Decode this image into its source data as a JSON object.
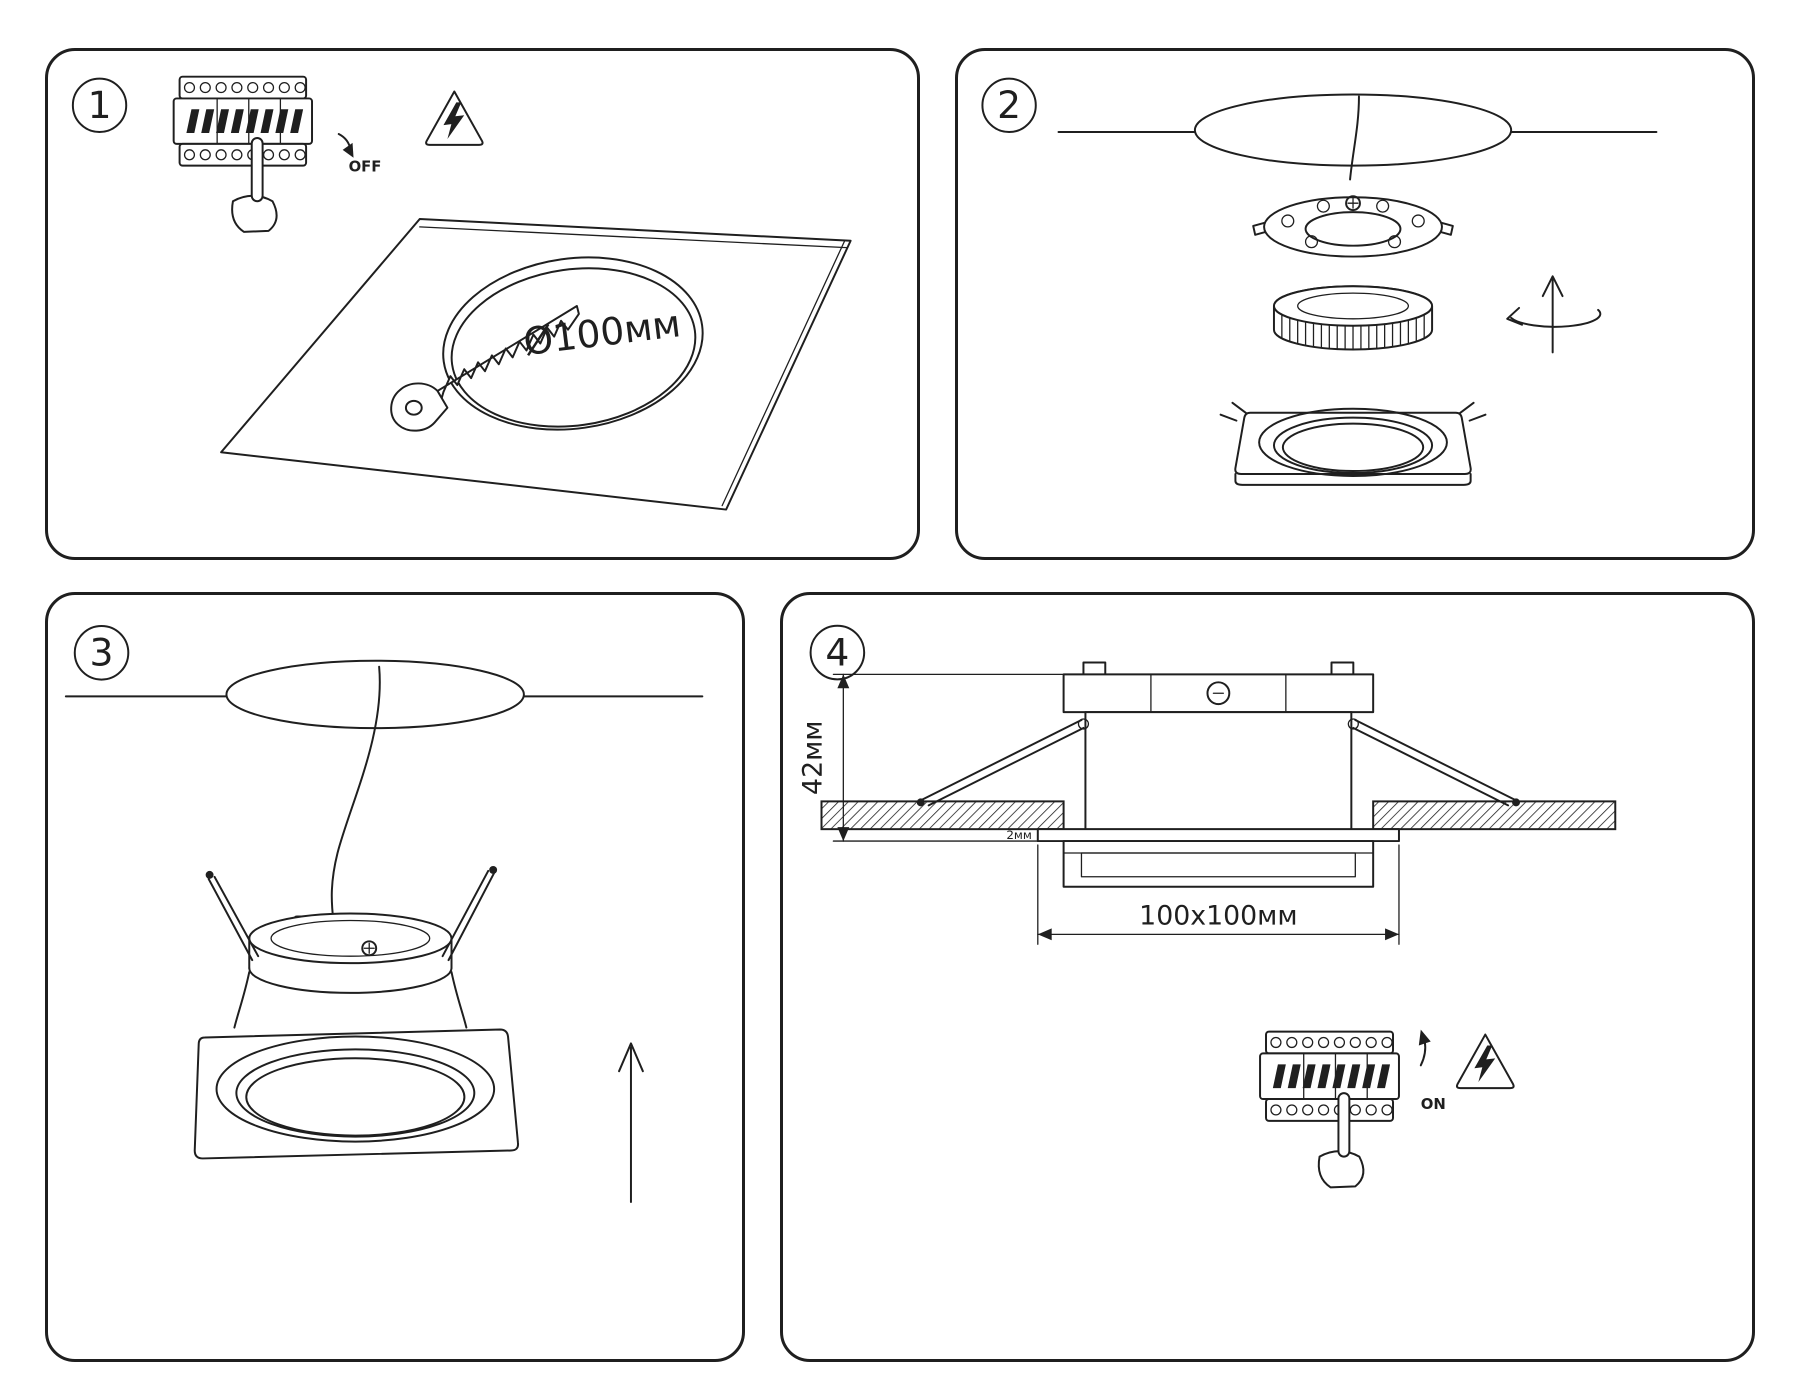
{
  "colors": {
    "line": "#1f1f1f",
    "background": "#ffffff"
  },
  "icons": {
    "step1": [
      "circuit-breaker",
      "pointing-hand",
      "power-off-arrow",
      "electric-shock-warning",
      "ceiling-tile",
      "hole-cutout",
      "keyhole-saw"
    ],
    "step2": [
      "ceiling-hole",
      "power-cable",
      "mounting-ring",
      "gu10-lamp",
      "downlight-trim",
      "up-arrow",
      "rotate-arrow"
    ],
    "step3": [
      "ceiling-hole",
      "power-cable",
      "downlight-fixture",
      "spring-clips",
      "up-arrow"
    ],
    "step4": [
      "cross-section",
      "ceiling-hatch",
      "spring-clips",
      "dimension-lines",
      "circuit-breaker",
      "pointing-hand",
      "power-on-arrow",
      "electric-shock-warning"
    ]
  },
  "steps": [
    {
      "number": "1",
      "labels": {
        "power": "OFF",
        "hole_diameter": "Ø100мм"
      }
    },
    {
      "number": "2",
      "labels": {}
    },
    {
      "number": "3",
      "labels": {}
    },
    {
      "number": "4",
      "labels": {
        "height": "42мм",
        "edge": "2мм",
        "cutout": "100x100мм",
        "power": "ON"
      }
    }
  ]
}
